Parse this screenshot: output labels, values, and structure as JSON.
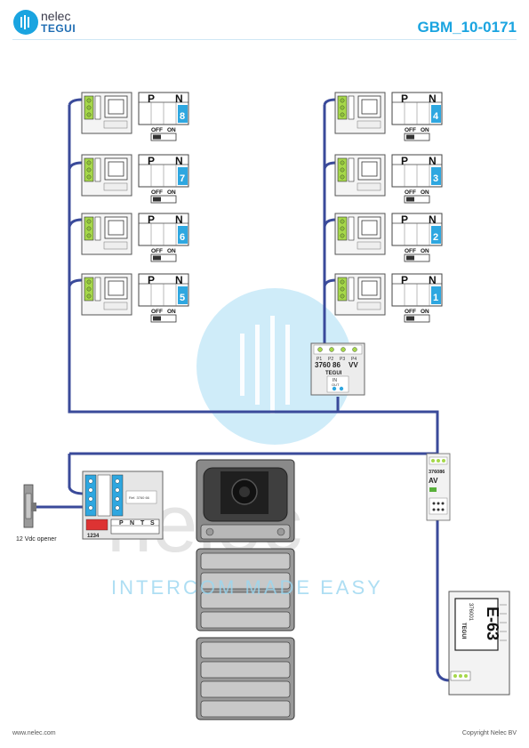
{
  "header": {
    "brand": "nelec",
    "brand_sub": "TEGUI",
    "doc_code": "GBM_10-0171"
  },
  "monitors": [
    {
      "number": "8",
      "p": "P",
      "n": "N",
      "off": "OFF",
      "on": "ON"
    },
    {
      "number": "7",
      "p": "P",
      "n": "N",
      "off": "OFF",
      "on": "ON"
    },
    {
      "number": "6",
      "p": "P",
      "n": "N",
      "off": "OFF",
      "on": "ON"
    },
    {
      "number": "5",
      "p": "P",
      "n": "N",
      "off": "OFF",
      "on": "ON"
    },
    {
      "number": "4",
      "p": "P",
      "n": "N",
      "off": "OFF",
      "on": "ON"
    },
    {
      "number": "3",
      "p": "P",
      "n": "N",
      "off": "OFF",
      "on": "ON"
    },
    {
      "number": "2",
      "p": "P",
      "n": "N",
      "off": "OFF",
      "on": "ON"
    },
    {
      "number": "1",
      "p": "P",
      "n": "N",
      "off": "OFF",
      "on": "ON"
    }
  ],
  "distributor": {
    "ports": [
      "P1",
      "P2",
      "P3",
      "P4"
    ],
    "ref": "3760 86",
    "suffix": "VV",
    "brand": "TEGUI",
    "input": "IN",
    "input_sub": "OUT"
  },
  "av_module": {
    "ref": "376086",
    "label": "AV"
  },
  "door_panel_module": {
    "ref": "Ref. 3760 66",
    "switch_digits": "1234",
    "p": "P",
    "n": "N",
    "t": "T",
    "s": "S"
  },
  "power_supply": {
    "model": "E-63",
    "ref": "376001",
    "brand": "TEGUI"
  },
  "opener": {
    "label": "12 Vdc opener"
  },
  "watermark": {
    "text": "INTERCOM MADE EASY"
  },
  "footer": {
    "website": "www.nelec.com",
    "copyright": "Copyright Nelec BV"
  },
  "colors": {
    "wire": "#3a4a9a",
    "accent": "#1aa4e0",
    "terminal_green": "#a6d84a",
    "terminal_blue": "#2ea7e0"
  }
}
